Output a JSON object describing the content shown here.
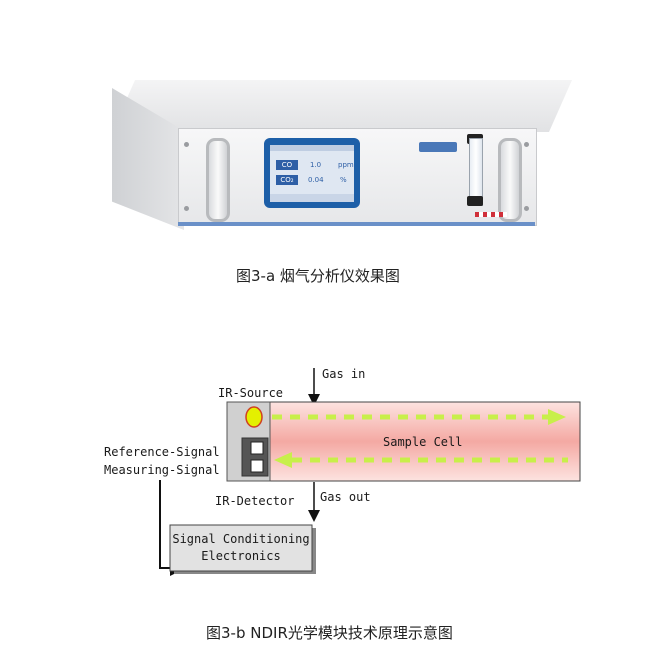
{
  "figure_a": {
    "caption": "图3-a 烟气分析仪效果图",
    "screen": {
      "rows": [
        {
          "gas": "CO",
          "value": "1.0",
          "unit": "ppm"
        },
        {
          "gas": "CO₂",
          "value": "0.04",
          "unit": "%"
        }
      ]
    }
  },
  "figure_b": {
    "caption": "图3-b NDIR光学模块技术原理示意图",
    "labels": {
      "gas_in": "Gas in",
      "ir_source": "IR-Source",
      "sample_cell": "Sample Cell",
      "reference_signal": "Reference-Signal",
      "measuring_signal": "Measuring-Signal",
      "ir_detector": "IR-Detector",
      "gas_out": "Gas out",
      "signal_line1": "Signal Conditioning",
      "signal_line2": "Electronics"
    }
  }
}
